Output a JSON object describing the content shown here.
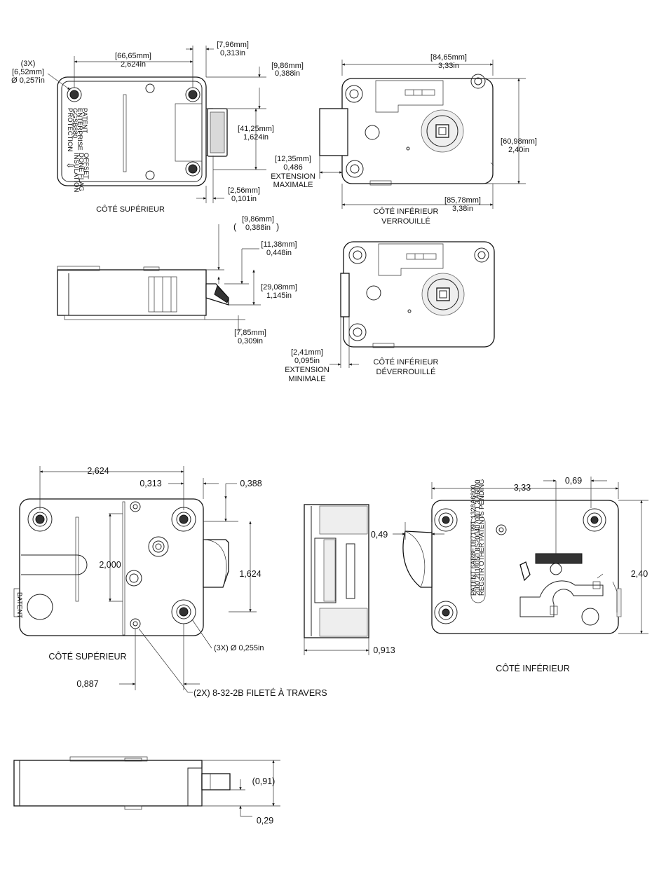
{
  "title_block": {
    "top_view_1": "CÔTÉ SUPÉRIEUR",
    "bottom_locked_1": "CÔTÉ INFÉRIEUR",
    "bottom_locked_2": "VERROUILLÉ",
    "bottom_unlocked_1": "CÔTÉ INFÉRIEUR",
    "bottom_unlocked_2": "DÉVERROUILLÉ",
    "top_view_2": "CÔTÉ SUPÉRIEUR",
    "bottom_view_2": "CÔTÉ INFÉRIEUR"
  },
  "dimensions_metric": {
    "holes_qty": "(3X)",
    "holes_mm": "[6,52mm]",
    "holes_in": "Ø 0,257in",
    "width_mm": "[66,65mm]",
    "width_in": "2,624in",
    "offset_mm": "[7,96mm]",
    "offset_in": "0,313in",
    "edge_mm": "[9,86mm]",
    "edge_in": "0,388in",
    "height_mm": "[41,25mm]",
    "height_in": "1,624in",
    "bolt_mm": "[2,56mm]",
    "bolt_in": "0,101in",
    "overall_w_mm": "[84,65mm]",
    "overall_w_in": "3,33in",
    "overall_h_mm": "[60,98mm]",
    "overall_h_in": "2,40in",
    "ext_max_mm": "[12,35mm]",
    "ext_max_in": "0,486",
    "ext_max_l1": "EXTENSION",
    "ext_max_l2": "MAXIMALE",
    "total_w_mm": "[85,78mm]",
    "total_w_in": "3,38in",
    "side_edge_mm": "[9,86mm]",
    "side_edge_in": "0,388in",
    "side_a_mm": "[11,38mm]",
    "side_a_in": "0,448in",
    "side_h_mm": "[29,08mm]",
    "side_h_in": "1,145in",
    "side_b_mm": "[7,85mm]",
    "side_b_in": "0,309in",
    "ext_min_mm": "[2,41mm]",
    "ext_min_in": "0,095in",
    "ext_min_l1": "EXTENSION",
    "ext_min_l2": "MINIMALE"
  },
  "dimensions_lower": {
    "width": "2,624",
    "offset": "0,313",
    "edge": "0,388",
    "height_inner": "2,000",
    "height": "1,624",
    "holes": "(3X) Ø 0,255in",
    "x_pos": "0,887",
    "thread": "(2X) 8-32-2B FILETÉ À TRAVERS",
    "depth": "0,913",
    "overall_w": "3,33",
    "bolt_w": "0,69",
    "bolt_off": "0,49",
    "overall_h": "2,40",
    "side_h": "(0,91)",
    "side_b": "0,29"
  },
  "labels": {
    "label_lines": [
      "PATENT 6AR8FTR71991 1328A6800",
      "2000 2018050 8S2004070071 3 A6800",
      "REGSTR OTHER PATENTS PENDING"
    ],
    "bat": "BAT",
    "ent": "ENT",
    "small_label": [
      "PATENT",
      "ENTERPRISE",
      "GGSB880",
      "PROTECTION"
    ],
    "small_label_2": [
      "OFFSET",
      "DONE FLAG",
      "INSULATION"
    ]
  }
}
